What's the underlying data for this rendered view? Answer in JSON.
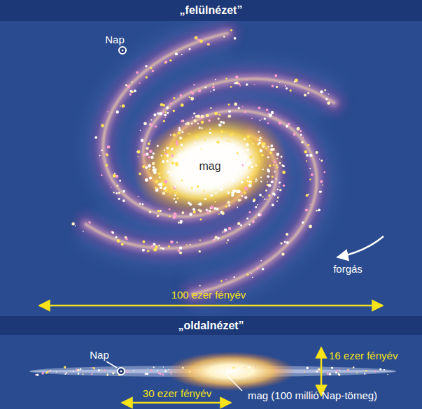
{
  "diagram": {
    "nodes": [
      {
        "text": [
          "„felülnézet”"
        ]
      },
      {
        "text": [
          "„oldalnézet”"
        ]
      }
    ],
    "labels": [
      "Nap",
      "mag",
      "forgás",
      "100 ezer fényév",
      "Nap",
      "16 ezer fényév",
      "30 ezer fényév",
      "mag (100 millió Nap-tömeg)"
    ]
  }
}
